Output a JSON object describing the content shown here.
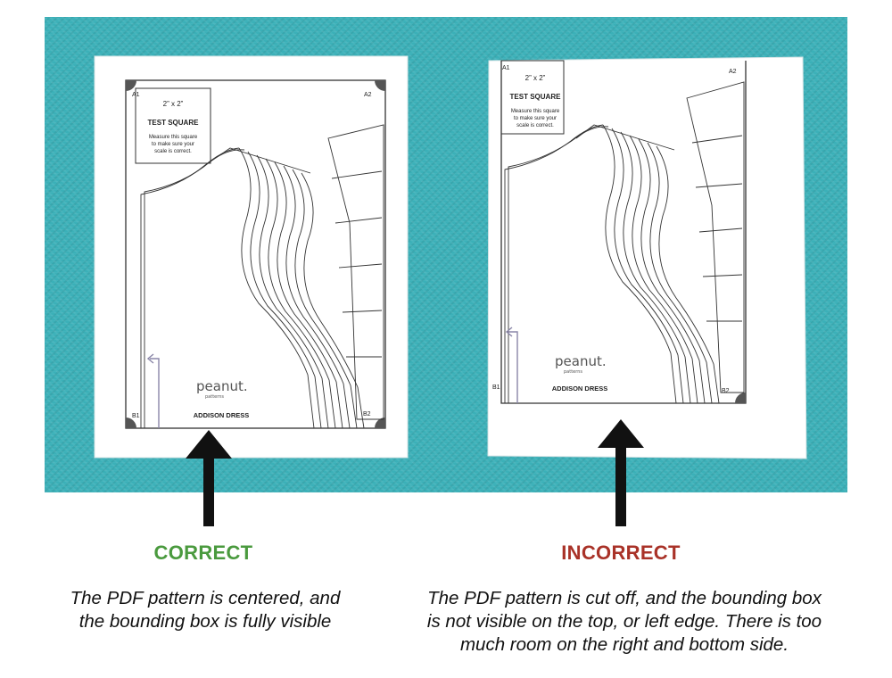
{
  "colors": {
    "background_fabric": "#3bb0b8",
    "correct": "#4a9a3e",
    "incorrect": "#a93228",
    "arrow": "#111111"
  },
  "left_sheet": {
    "corner_a1": "A1",
    "corner_a2": "A2",
    "corner_b1": "B1",
    "corner_b2": "B2",
    "test_square_size": "2” x 2”",
    "test_square_title": "TEST SQUARE",
    "test_square_instructions": [
      "Measure this square",
      "to make sure your",
      "scale is correct."
    ],
    "brand_name": "peanut.",
    "brand_sub": "patterns",
    "pattern_name": "ADDISON DRESS"
  },
  "right_sheet": {
    "corner_a1": "A1",
    "corner_a2": "A2",
    "corner_b1": "B1",
    "corner_b2": "B2",
    "test_square_size": "2” x 2”",
    "test_square_title": "TEST SQUARE",
    "test_square_instructions": [
      "Measure this square",
      "to make sure your",
      "scale is correct."
    ],
    "brand_name": "peanut.",
    "brand_sub": "patterns",
    "pattern_name": "ADDISON DRESS"
  },
  "correct": {
    "label": "CORRECT",
    "caption_lines": [
      "The PDF pattern is centered, and",
      "the bounding box is fully visible"
    ]
  },
  "incorrect": {
    "label": "INCORRECT",
    "caption_lines": [
      "The PDF pattern is cut off, and the bounding box",
      "is not visible on the top, or left edge. There is too",
      "much room on the right and bottom side."
    ]
  }
}
